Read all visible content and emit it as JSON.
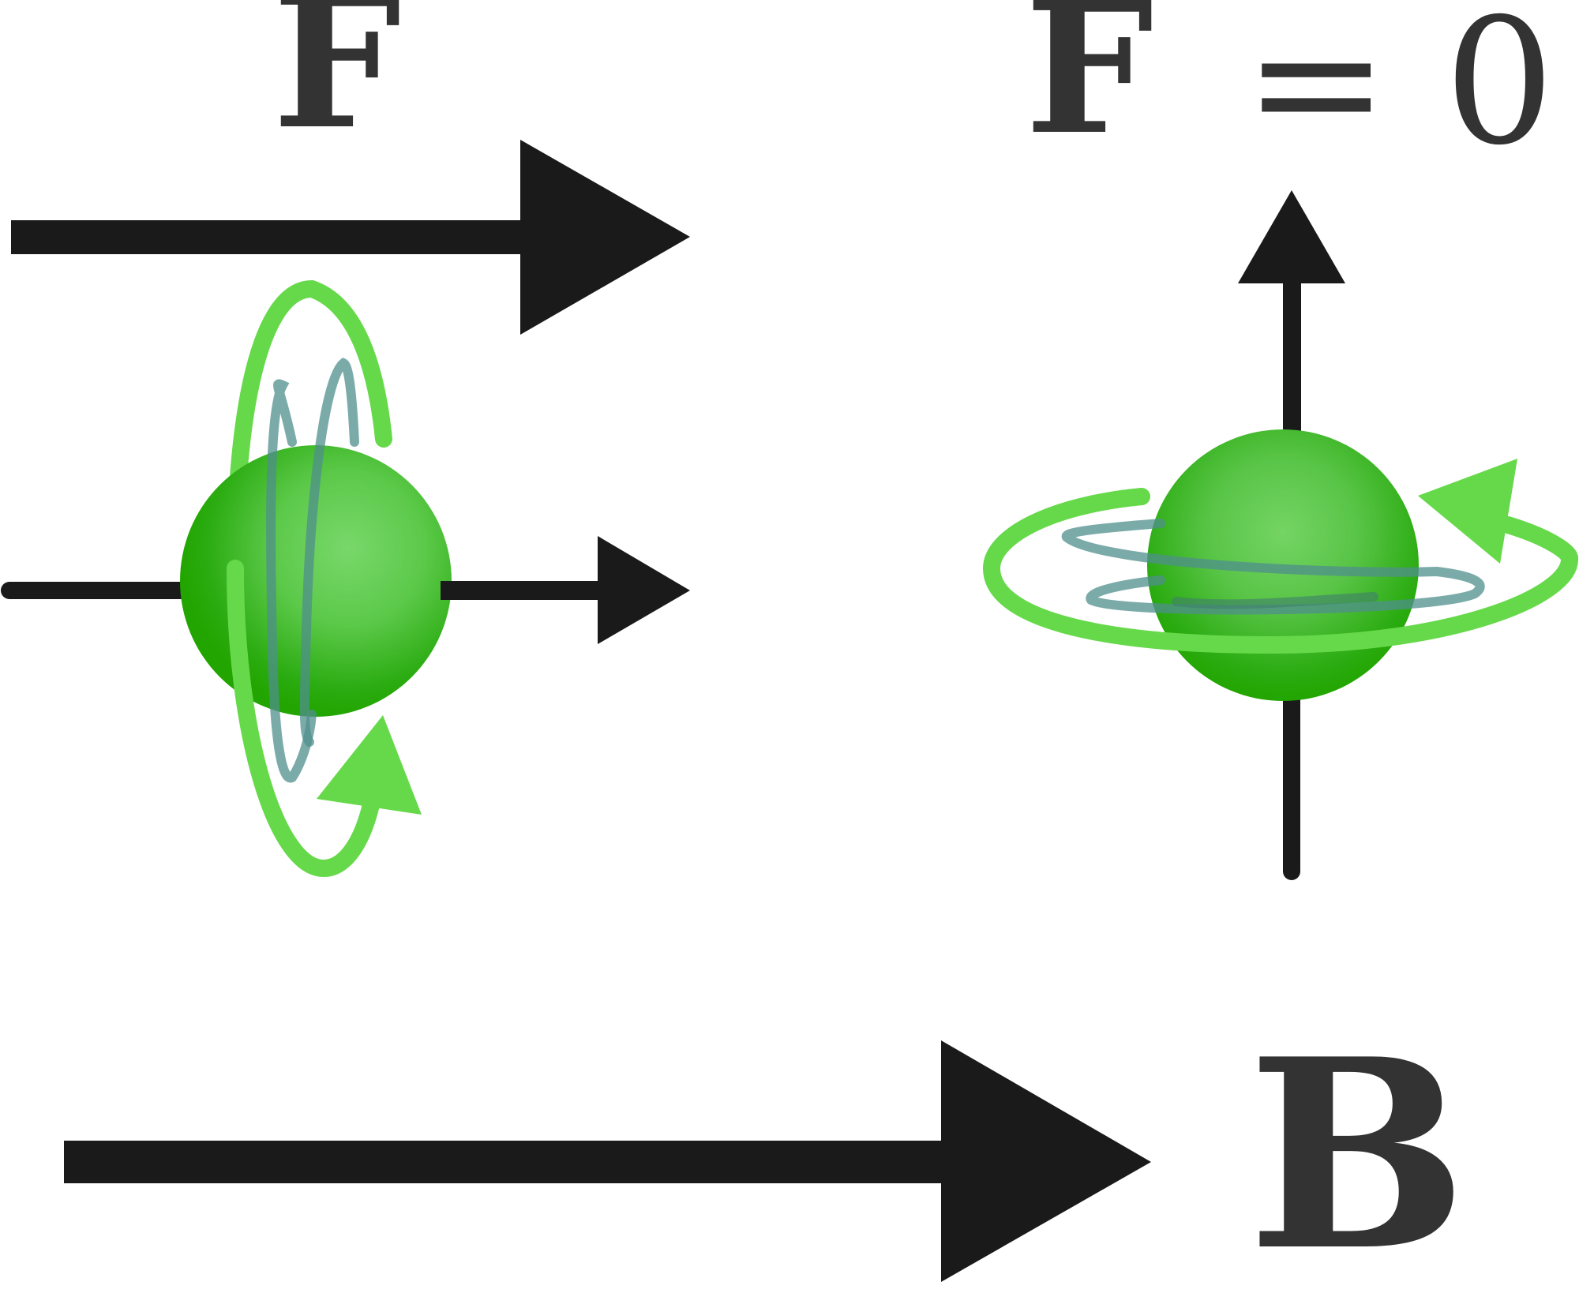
{
  "labels": {
    "force_left": "F",
    "force_right": "F",
    "force_right_value": "= 0",
    "magnetic_field": "B"
  },
  "colors": {
    "arrow": "#1a1a1a",
    "label": "#333333",
    "sphere_light": "#78d86a",
    "sphere_mid": "#44c23a",
    "sphere_dark": "#22a500",
    "precession_orbit": "#66d94a",
    "inner_orbit": "#4f8f8c"
  },
  "icons": {
    "spin_left": "spinning-sphere-horizontal-axis",
    "spin_right": "spinning-sphere-vertical-axis"
  }
}
